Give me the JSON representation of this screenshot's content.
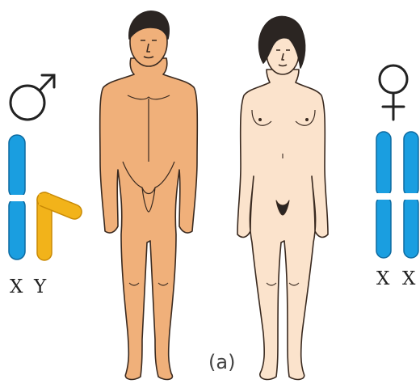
{
  "figure": {
    "caption": "(a)",
    "male": {
      "symbol": "male-symbol",
      "chromosomes": [
        {
          "label": "X",
          "color": "#1a9ee0"
        },
        {
          "label": "Y",
          "color": "#f2b31a"
        }
      ]
    },
    "female": {
      "symbol": "female-symbol",
      "chromosomes": [
        {
          "label": "X",
          "color": "#1a9ee0"
        },
        {
          "label": "X",
          "color": "#1a9ee0"
        }
      ]
    },
    "colors": {
      "skin": "#f0b07a",
      "skin_shade": "#d98c52",
      "skin_light": "#fbe3cc",
      "outline": "#3a2a20",
      "hair": "#2b2522"
    }
  }
}
